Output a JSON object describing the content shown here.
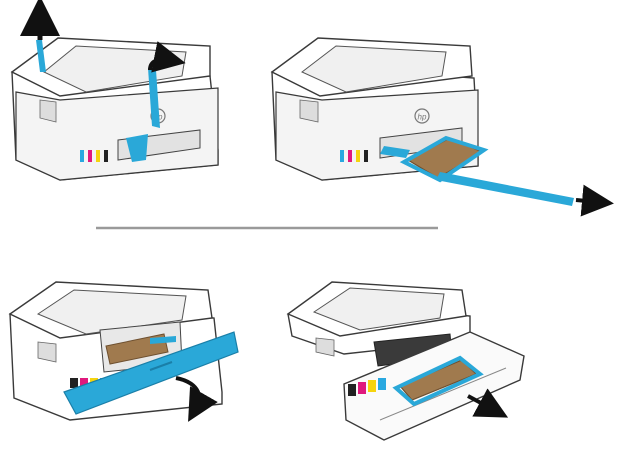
{
  "colors": {
    "tape": "#2aa8d8",
    "tape_dark": "#1a7fa8",
    "outline": "#3a3a3a",
    "body": "#ffffff",
    "shade": "#e6e6e6",
    "shade_dark": "#cfcfcf",
    "cardboard": "#a07a4e",
    "cardboard_dark": "#6e5030",
    "arrow": "#111111",
    "divider": "#9a9a9a",
    "ink_cyan": "#29a8e0",
    "ink_magenta": "#e0197d",
    "ink_yellow": "#f6d40e",
    "ink_black": "#222222"
  },
  "icons": {
    "brand_logo": "hp-logo-icon",
    "arrow": "arrow-icon"
  },
  "steps": [
    {
      "id": "remove-tape"
    },
    {
      "id": "remove-cardboard-output-tray"
    },
    {
      "id": "open-front-door"
    },
    {
      "id": "remove-cardboard-inside"
    }
  ]
}
